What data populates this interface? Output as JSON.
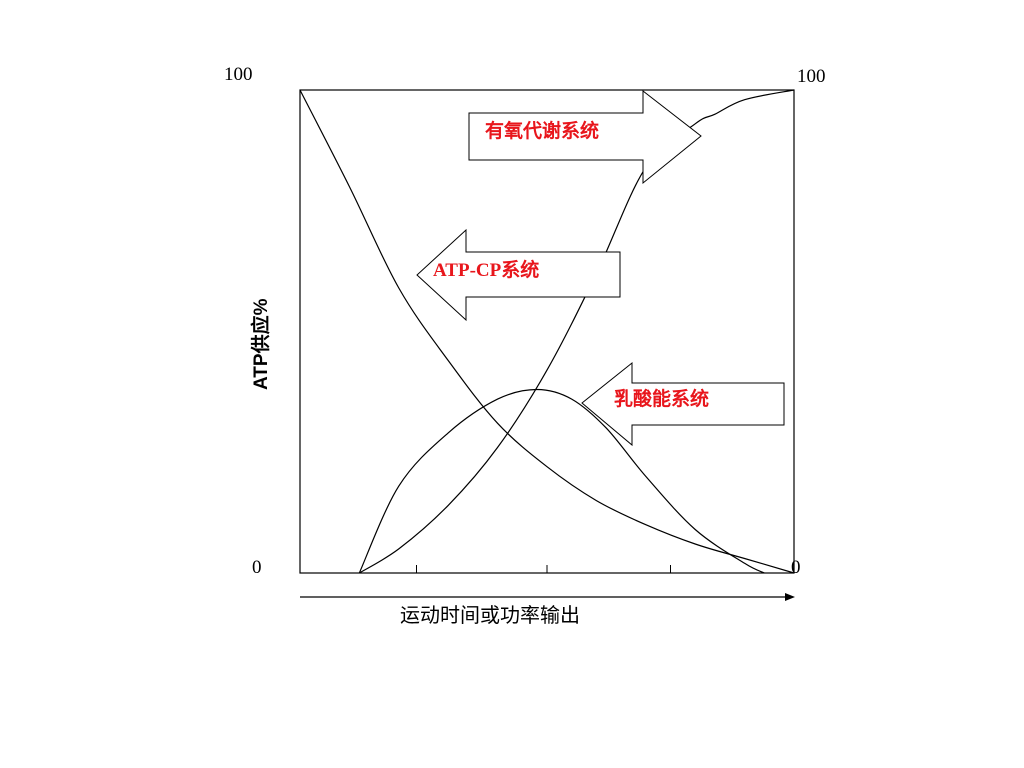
{
  "chart_data": {
    "type": "line",
    "title": "",
    "xlabel": "运动时间或功率输出",
    "ylabel": "ATP供应%",
    "ylim": [
      0,
      100
    ],
    "xlim": [
      0,
      100
    ],
    "y_tick_labels": {
      "left_top": "100",
      "right_top": "100",
      "left_bottom": "0",
      "right_bottom": "0"
    },
    "grid": false,
    "series": [
      {
        "name": "ATP-CP系统",
        "x": [
          0,
          10,
          20,
          30,
          40,
          50,
          60,
          70,
          80,
          90,
          100
        ],
        "y": [
          100,
          80,
          59,
          44,
          31,
          22,
          15,
          10,
          6,
          3,
          0
        ]
      },
      {
        "name": "有氧代谢系统",
        "x": [
          12,
          20,
          30,
          40,
          50,
          60,
          70,
          80,
          84,
          90,
          100
        ],
        "y": [
          0,
          5,
          14,
          26,
          42,
          62,
          84,
          93,
          95,
          98,
          100
        ]
      },
      {
        "name": "乳酸能系统",
        "x": [
          12,
          20,
          30,
          40,
          48,
          55,
          62,
          70,
          80,
          90,
          94
        ],
        "y": [
          0,
          18,
          29,
          36,
          38,
          36,
          30,
          20,
          9,
          2,
          0
        ]
      }
    ],
    "arrow_labels": {
      "aerobic": "有氧代谢系统",
      "atpcp": "ATP-CP系统",
      "lactate": "乳酸能系统"
    },
    "colors": {
      "line": "#000000",
      "label": "#e8161c",
      "atpcp_label": "#e8161c"
    }
  }
}
